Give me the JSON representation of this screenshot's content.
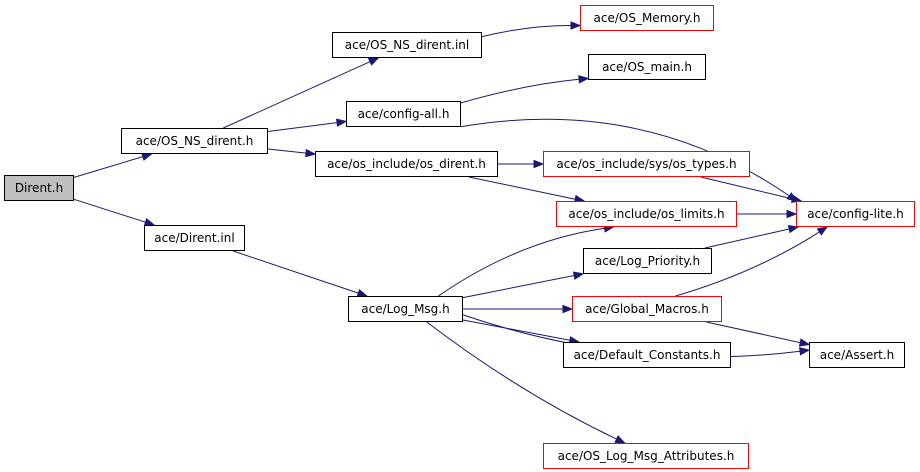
{
  "colors": {
    "edge": "#191970",
    "box_border": "#000000",
    "external_border": "#ff0000",
    "root_fill": "#bfbfbf"
  },
  "nodes": {
    "dirent_h": {
      "label": "Dirent.h",
      "external": false
    },
    "os_ns_dirent_h": {
      "label": "ace/OS_NS_dirent.h",
      "external": false
    },
    "dirent_inl": {
      "label": "ace/Dirent.inl",
      "external": false
    },
    "os_ns_dirent_inl": {
      "label": "ace/OS_NS_dirent.inl",
      "external": false
    },
    "config_all_h": {
      "label": "ace/config-all.h",
      "external": false
    },
    "os_dirent_h": {
      "label": "ace/os_include/os_dirent.h",
      "external": false
    },
    "log_msg_h": {
      "label": "ace/Log_Msg.h",
      "external": false
    },
    "os_memory_h": {
      "label": "ace/OS_Memory.h",
      "external": true
    },
    "os_main_h": {
      "label": "ace/OS_main.h",
      "external": false
    },
    "os_types_h": {
      "label": "ace/os_include/sys/os_types.h",
      "external": true
    },
    "os_limits_h": {
      "label": "ace/os_include/os_limits.h",
      "external": true
    },
    "log_priority_h": {
      "label": "ace/Log_Priority.h",
      "external": false
    },
    "global_macros_h": {
      "label": "ace/Global_Macros.h",
      "external": true
    },
    "default_constants_h": {
      "label": "ace/Default_Constants.h",
      "external": false
    },
    "os_log_msg_attributes_h": {
      "label": "ace/OS_Log_Msg_Attributes.h",
      "external": true
    },
    "config_lite_h": {
      "label": "ace/config-lite.h",
      "external": true
    },
    "assert_h": {
      "label": "ace/Assert.h",
      "external": false
    }
  },
  "edges": [
    [
      "dirent_h",
      "os_ns_dirent_h"
    ],
    [
      "dirent_h",
      "dirent_inl"
    ],
    [
      "os_ns_dirent_h",
      "os_ns_dirent_inl"
    ],
    [
      "os_ns_dirent_h",
      "config_all_h"
    ],
    [
      "os_ns_dirent_h",
      "os_dirent_h"
    ],
    [
      "os_ns_dirent_inl",
      "os_memory_h"
    ],
    [
      "config_all_h",
      "os_main_h"
    ],
    [
      "config_all_h",
      "config_lite_h"
    ],
    [
      "os_dirent_h",
      "os_types_h"
    ],
    [
      "os_dirent_h",
      "os_limits_h"
    ],
    [
      "os_types_h",
      "config_lite_h"
    ],
    [
      "os_limits_h",
      "config_lite_h"
    ],
    [
      "dirent_inl",
      "log_msg_h"
    ],
    [
      "log_msg_h",
      "os_limits_h"
    ],
    [
      "log_msg_h",
      "log_priority_h"
    ],
    [
      "log_msg_h",
      "global_macros_h"
    ],
    [
      "log_msg_h",
      "default_constants_h"
    ],
    [
      "log_msg_h",
      "assert_h"
    ],
    [
      "log_msg_h",
      "os_log_msg_attributes_h"
    ],
    [
      "log_priority_h",
      "config_lite_h"
    ],
    [
      "global_macros_h",
      "config_lite_h"
    ],
    [
      "global_macros_h",
      "assert_h"
    ]
  ]
}
